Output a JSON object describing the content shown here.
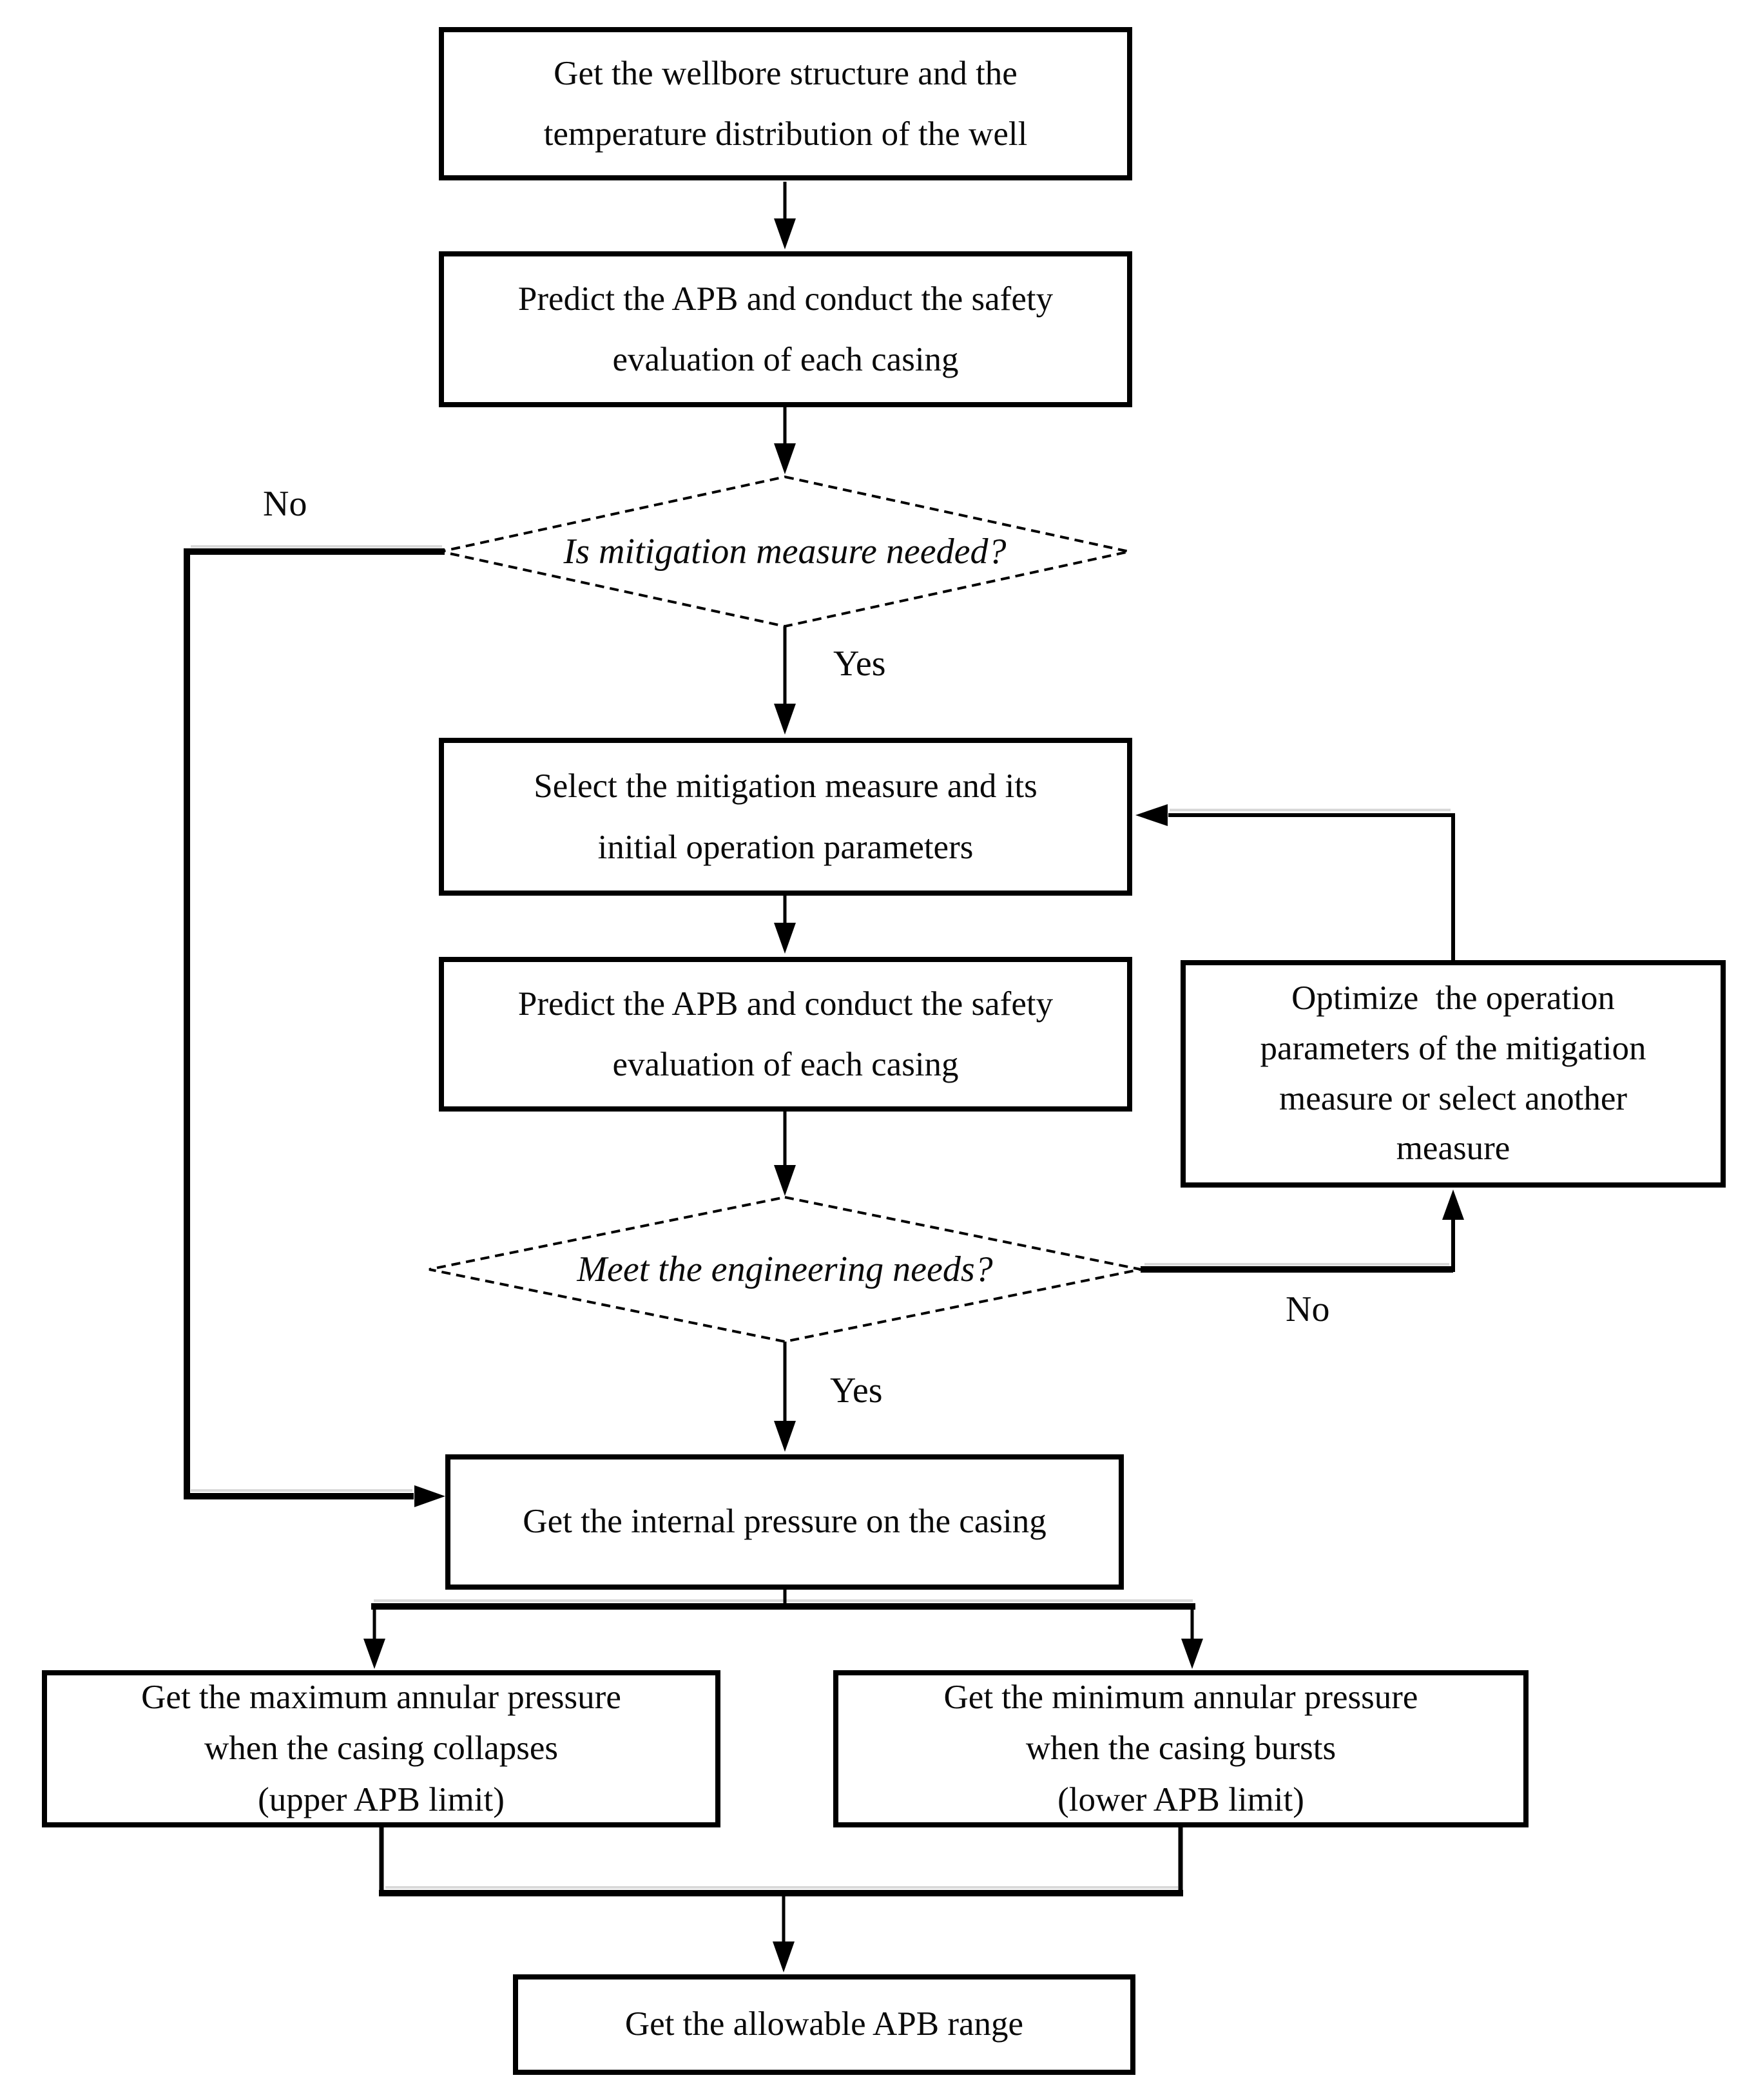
{
  "flowchart": {
    "background": "#ffffff",
    "line_color": "#000000",
    "nodes": {
      "wellbore": "Get the wellbore structure and the\ntemperature distribution of the well",
      "predict1": "Predict the APB and conduct the safety\nevaluation of each casing",
      "mitigation_decision": "Is mitigation measure needed?",
      "select": "Select the mitigation measure and its\ninitial operation parameters",
      "predict2": "Predict the APB and conduct the safety\nevaluation of each casing",
      "engineering_decision": "Meet the engineering needs?",
      "optimize": "Optimize  the operation\nparameters of the mitigation\nmeasure or select another\nmeasure",
      "internal_pressure": "Get the internal pressure on the casing",
      "upper_limit": "Get the maximum annular pressure\nwhen the casing collapses\n(upper APB limit)",
      "lower_limit": "Get the minimum annular pressure\nwhen the casing bursts\n(lower APB limit)",
      "allowable_range": "Get the allowable APB range"
    },
    "edge_labels": {
      "mitigation_no": "No",
      "mitigation_yes": "Yes",
      "engineering_no": "No",
      "engineering_yes": "Yes"
    }
  }
}
